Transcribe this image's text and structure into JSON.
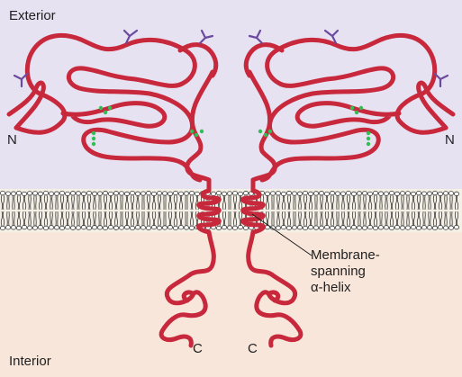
{
  "labels": {
    "exterior": "Exterior",
    "interior": "Interior",
    "n_left": "N",
    "n_right": "N",
    "c_left": "C",
    "c_right": "C",
    "helix_line1": "Membrane-",
    "helix_line2": "spanning",
    "helix_line3": "α-helix"
  },
  "colors": {
    "exterior_bg": "#e6e2f2",
    "interior_bg": "#f9e6da",
    "protein": "#c8283c",
    "disulfide": "#2fbf55",
    "glycan": "#6b4a9e",
    "lipid_line": "#3a3a3a"
  }
}
